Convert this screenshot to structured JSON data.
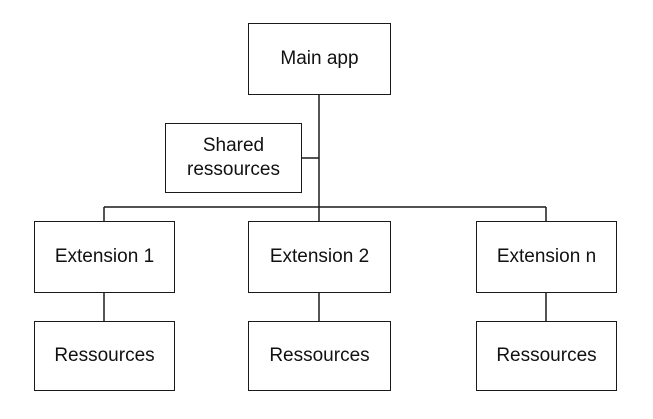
{
  "diagram": {
    "nodes": {
      "main_app": "Main app",
      "shared_resources_line1": "Shared",
      "shared_resources_line2": "ressources",
      "extension_1": "Extension 1",
      "extension_2": "Extension 2",
      "extension_n": "Extension n",
      "resources_1": "Ressources",
      "resources_2": "Ressources",
      "resources_n": "Ressources"
    },
    "edges": [
      [
        "main_app",
        "shared_resources"
      ],
      [
        "main_app",
        "extension_1"
      ],
      [
        "main_app",
        "extension_2"
      ],
      [
        "main_app",
        "extension_n"
      ],
      [
        "extension_1",
        "resources_1"
      ],
      [
        "extension_2",
        "resources_2"
      ],
      [
        "extension_n",
        "resources_n"
      ]
    ],
    "colors": {
      "line": "#1a1a1a",
      "background": "#ffffff"
    }
  }
}
